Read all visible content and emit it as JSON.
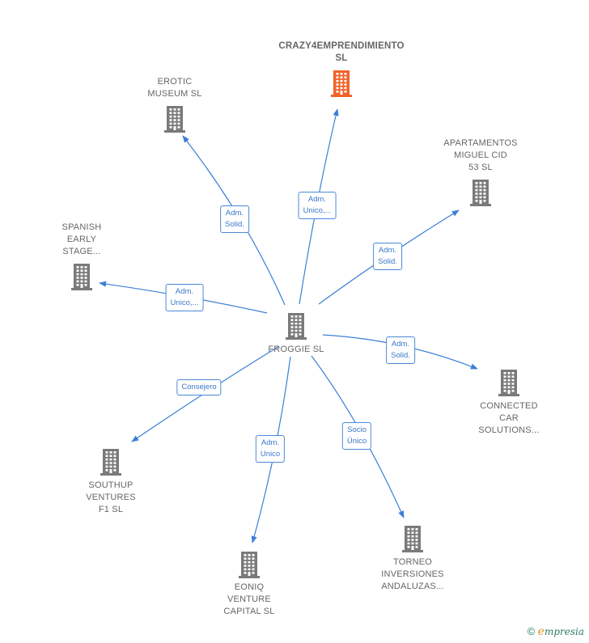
{
  "center": {
    "label": "FROGGIE SL"
  },
  "nodes": [
    {
      "id": "crazy",
      "label": "CRAZY4EMPRENDIMIENTO\nSL",
      "highlight": true,
      "icon": "building-icon"
    },
    {
      "id": "erotic",
      "label": "EROTIC\nMUSEUM SL",
      "icon": "building-icon"
    },
    {
      "id": "apartamentos",
      "label": "APARTAMENTOS\nMIGUEL CID\n53  SL",
      "icon": "building-icon"
    },
    {
      "id": "spanish",
      "label": "SPANISH\nEARLY\nSTAGE...",
      "icon": "building-icon"
    },
    {
      "id": "connected",
      "label": "CONNECTED\nCAR\nSOLUTIONS...",
      "icon": "building-icon"
    },
    {
      "id": "southup",
      "label": "SOUTHUP\nVENTURES\nF1  SL",
      "icon": "building-icon"
    },
    {
      "id": "eoniq",
      "label": "EONIQ\nVENTURE\nCAPITAL  SL",
      "icon": "building-icon"
    },
    {
      "id": "torneo",
      "label": "TORNEO\nINVERSIONES\nANDALUZAS...",
      "icon": "building-icon"
    }
  ],
  "edges": [
    {
      "to": "crazy",
      "label": "Adm.\nUnico,..."
    },
    {
      "to": "erotic",
      "label": "Adm.\nSolid."
    },
    {
      "to": "apartamentos",
      "label": "Adm.\nSolid."
    },
    {
      "to": "spanish",
      "label": "Adm.\nUnico,..."
    },
    {
      "to": "connected",
      "label": "Adm.\nSolid."
    },
    {
      "to": "southup",
      "label": "Consejero"
    },
    {
      "to": "eoniq",
      "label": "Adm.\nUnico"
    },
    {
      "to": "torneo",
      "label": "Socio\nÚnico"
    }
  ],
  "colors": {
    "edge": "#3a7fd5",
    "building": "#7a7a7a",
    "highlight_building": "#f0632a",
    "label": "#666666"
  },
  "footer": {
    "copyright": "©",
    "brand_initial": "e",
    "brand_rest": "mpresia"
  }
}
